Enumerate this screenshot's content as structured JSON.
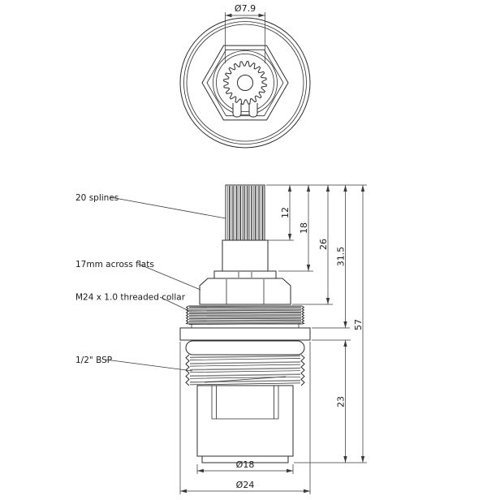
{
  "drawing": {
    "type": "engineering-drawing",
    "labels": {
      "splines": "20 splines",
      "across_flats": "17mm across flats",
      "threaded_collar": "M24 x 1.0 threaded collar",
      "bsp": "1/2\" BSP"
    },
    "dimensions": {
      "spline_diameter": "Ø7.9",
      "spline_length": "12",
      "stem_length": "18",
      "hex_depth": "26",
      "collar_depth": "31.5",
      "overall_length": "57",
      "body_length": "23",
      "body_diameter": "Ø18",
      "flange_diameter": "Ø24"
    },
    "colors": {
      "line": "#2b2b2b",
      "dimension": "#3a3a3a",
      "thread_shade": "#8a8a8a",
      "background": "#ffffff",
      "text": "#1a1a1a"
    }
  }
}
